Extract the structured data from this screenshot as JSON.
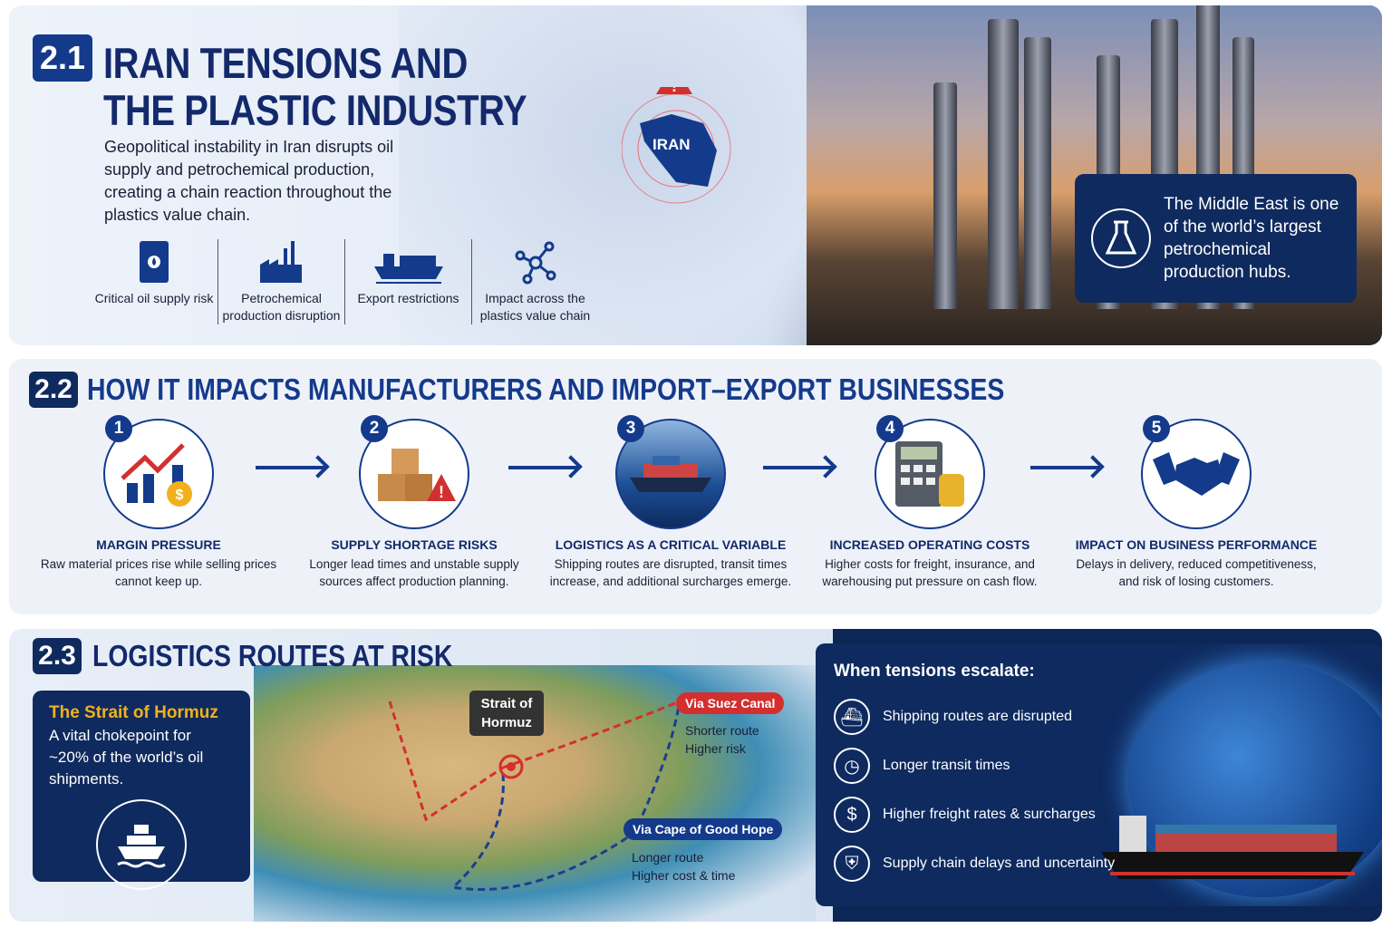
{
  "section1": {
    "number": "2.1",
    "title_line1": "IRAN TENSIONS AND",
    "title_line2": "THE PLASTIC INDUSTRY",
    "intro": "Geopolitical instability in Iran disrupts oil supply and petrochemical production, creating a chain reaction throughout the plastics value chain.",
    "map_label": "IRAN",
    "icons": [
      {
        "icon": "oil-barrel-icon",
        "label": "Critical oil supply risk"
      },
      {
        "icon": "factory-icon",
        "label": "Petrochemical production disruption"
      },
      {
        "icon": "cargo-ship-icon",
        "label": "Export restrictions"
      },
      {
        "icon": "network-icon",
        "label": "Impact across the plastics value chain"
      }
    ],
    "hub_text": "The Middle East is one of the world’s largest petrochemical production hubs."
  },
  "section2": {
    "number": "2.2",
    "title": "HOW IT IMPACTS MANUFACTURERS AND IMPORT–EXPORT BUSINESSES",
    "steps": [
      {
        "num": "1",
        "title": "MARGIN PRESSURE",
        "text": "Raw material prices rise while selling prices cannot keep up."
      },
      {
        "num": "2",
        "title": "SUPPLY SHORTAGE RISKS",
        "text": "Longer lead times and unstable supply sources affect production planning."
      },
      {
        "num": "3",
        "title": "LOGISTICS AS A CRITICAL VARIABLE",
        "text": "Shipping routes are disrupted, transit times increase, and additional surcharges emerge."
      },
      {
        "num": "4",
        "title": "INCREASED OPERATING COSTS",
        "text": "Higher costs for freight, insurance, and warehousing put pressure on cash flow."
      },
      {
        "num": "5",
        "title": "IMPACT ON BUSINESS PERFORMANCE",
        "text": "Delays in delivery, reduced competitiveness, and risk of losing customers."
      }
    ]
  },
  "section3": {
    "number": "2.3",
    "title": "LOGISTICS ROUTES AT RISK",
    "hormuz_title": "The Strait of Hormuz",
    "hormuz_text": "A vital chokepoint for ~20% of the world’s oil shipments.",
    "callout": "Strait of Hormuz",
    "suez": {
      "label": "Via Suez Canal",
      "line1": "Shorter route",
      "line2": "Higher risk"
    },
    "cape": {
      "label": "Via Cape of Good Hope",
      "line1": "Longer route",
      "line2": "Higher cost & time"
    },
    "escalate_title": "When tensions escalate:",
    "escalate_items": [
      "Shipping routes are disrupted",
      "Longer transit times",
      "Higher freight rates & surcharges",
      "Supply chain delays and uncertainty"
    ]
  },
  "colors": {
    "navy": "#0f2a5e",
    "blue": "#143a8c",
    "red": "#d32f2f",
    "gold": "#f2b01e"
  }
}
